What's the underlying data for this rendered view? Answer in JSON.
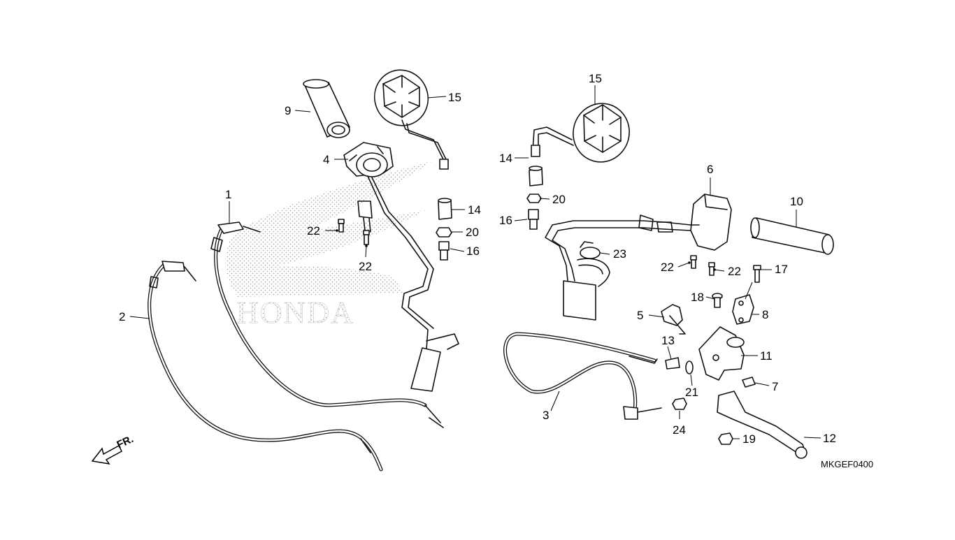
{
  "diagram": {
    "code": "MKGEF0400",
    "direction_label": "FR.",
    "watermark_text": "HONDA",
    "callouts": {
      "c1": "1",
      "c2": "2",
      "c3": "3",
      "c4": "4",
      "c5": "5",
      "c6": "6",
      "c7": "7",
      "c8": "8",
      "c9": "9",
      "c10": "10",
      "c11": "11",
      "c12": "12",
      "c13": "13",
      "c14a": "14",
      "c14b": "14",
      "c15a": "15",
      "c15b": "15",
      "c16a": "16",
      "c16b": "16",
      "c17": "17",
      "c18": "18",
      "c19": "19",
      "c20a": "20",
      "c20b": "20",
      "c21": "21",
      "c22a": "22",
      "c22b": "22",
      "c22c": "22",
      "c22d": "22",
      "c23": "23",
      "c24": "24"
    }
  }
}
